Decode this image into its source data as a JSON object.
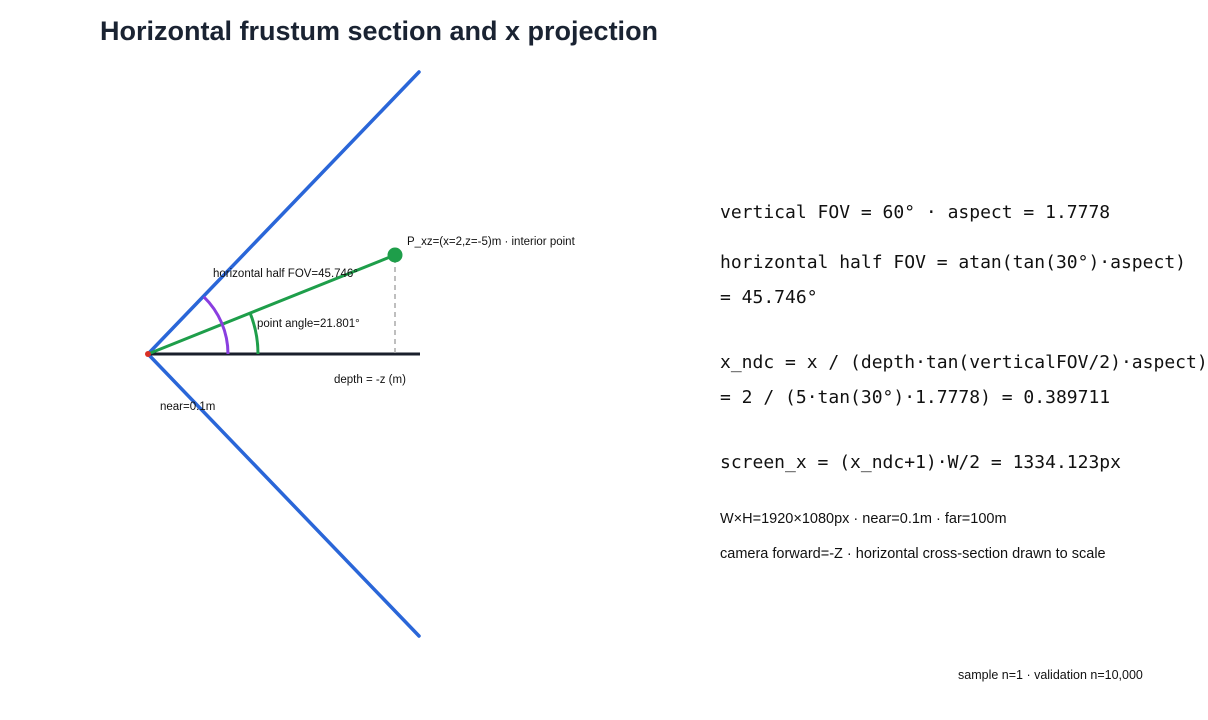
{
  "title": "Horizontal frustum section and x projection",
  "diagram": {
    "labels": {
      "point": "P_xz=(x=2,z=-5)m · interior point",
      "half_fov": "horizontal half FOV=45.746°",
      "point_angle": "point angle=21.801°",
      "depth_axis": "depth = -z (m)",
      "near": "near=0.1m"
    },
    "colors": {
      "frustum": "#2a66d8",
      "axis": "#1a1f2b",
      "ray": "#1e9e4a",
      "half_fov_arc": "#8a3ee0",
      "point_angle_arc": "#1e9e4a",
      "near_marker": "#d93025",
      "projection": "#aaaaaa"
    }
  },
  "equations": {
    "line1": "vertical FOV = 60° · aspect = 1.7778",
    "line2a": "horizontal half FOV = atan(tan(30°)·aspect)",
    "line2b": "= 45.746°",
    "line3a": "x_ndc = x / (depth·tan(verticalFOV/2)·aspect)",
    "line3b": "= 2 / (5·tan(30°)·1.7778) = 0.389711",
    "line4": "screen_x = (x_ndc+1)·W/2 = 1334.123px"
  },
  "notes": {
    "line1": "W×H=1920×1080px · near=0.1m · far=100m",
    "line2": "camera forward=-Z · horizontal cross-section drawn to scale"
  },
  "footer": "sample n=1 · validation n=10,000"
}
